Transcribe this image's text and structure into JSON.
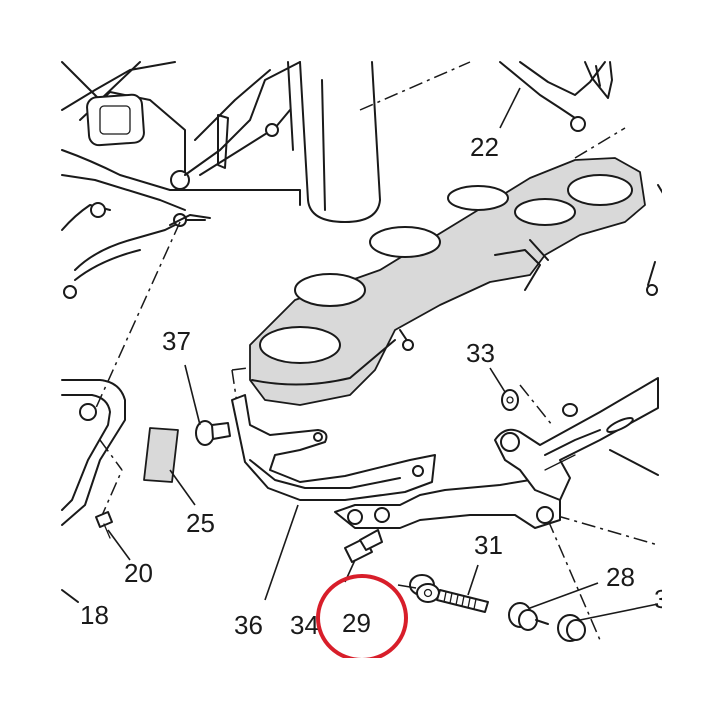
{
  "diagram": {
    "part_labels": [
      {
        "id": "22",
        "text": "22"
      },
      {
        "id": "37",
        "text": "37"
      },
      {
        "id": "33",
        "text": "33"
      },
      {
        "id": "25",
        "text": "25"
      },
      {
        "id": "20",
        "text": "20"
      },
      {
        "id": "18",
        "text": "18"
      },
      {
        "id": "36",
        "text": "36"
      },
      {
        "id": "34",
        "text": "34"
      },
      {
        "id": "29",
        "text": "29"
      },
      {
        "id": "31",
        "text": "31"
      },
      {
        "id": "28",
        "text": "28"
      },
      {
        "id": "3x",
        "text": "3"
      }
    ],
    "highlight": {
      "target_part": "29",
      "color": "#d81e2a"
    },
    "line_color": "#1a1a1a",
    "shade_color": "#d9d9d9"
  }
}
